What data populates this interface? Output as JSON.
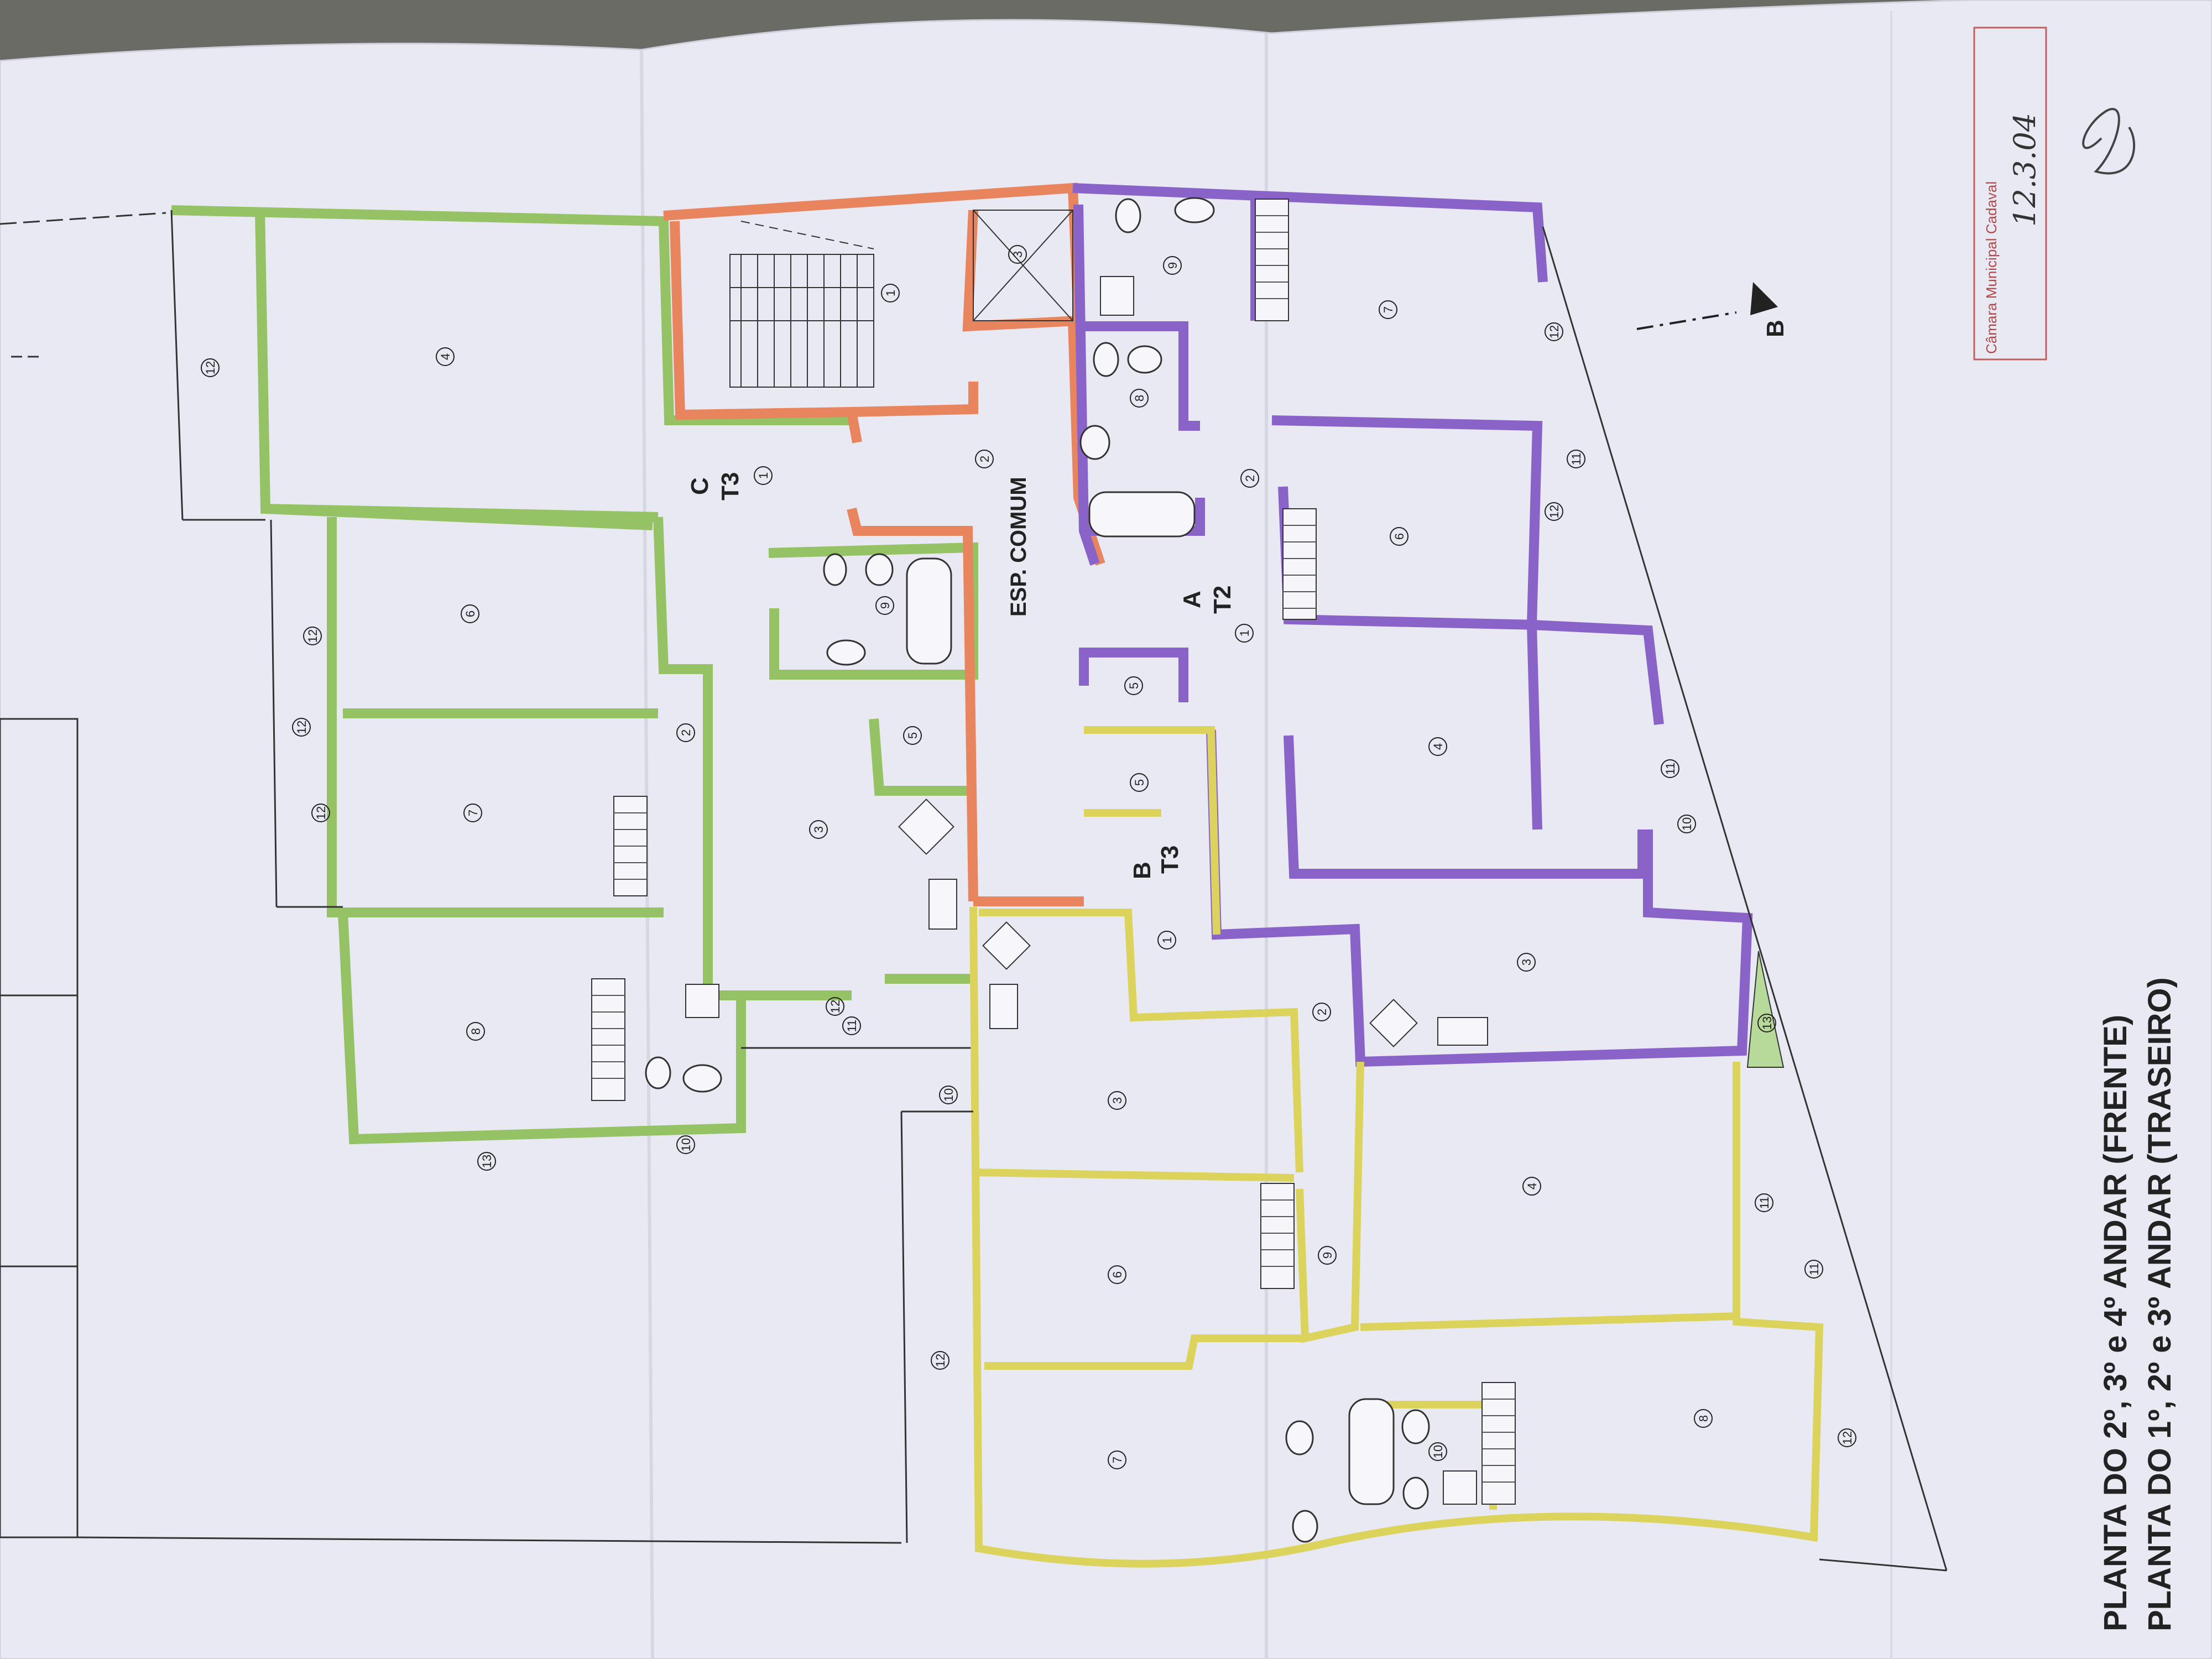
{
  "colors": {
    "paper": "#e8e9f3",
    "unit_a": "#8a63c8",
    "unit_b": "#dcd35c",
    "unit_c": "#94c264",
    "common": "#e8845e",
    "background": "#6b6b66"
  },
  "titles": {
    "line1": "PLANTA DO 2º, 3º e 4º ANDAR (FRENTE)",
    "line2": "PLANTA DO 1º, 2º e 3º ANDAR (TRASEIRO)"
  },
  "stamp": {
    "org": "Câmara Municipal Cadaval",
    "date": "12.3.04"
  },
  "section_marker": {
    "letter": "B"
  },
  "units": {
    "a": {
      "letter": "A",
      "type": "T2"
    },
    "b": {
      "letter": "B",
      "type": "T3"
    },
    "c": {
      "letter": "C",
      "type": "T3"
    },
    "common": {
      "label": "ESP. COMUM"
    }
  },
  "room_numbers": {
    "common": [
      "1",
      "2",
      "3"
    ],
    "a": [
      "1",
      "2",
      "3",
      "4",
      "5",
      "6",
      "7",
      "8",
      "9",
      "10",
      "11",
      "12",
      "12",
      "11",
      "13"
    ],
    "b": [
      "1",
      "2",
      "3",
      "4",
      "5",
      "6",
      "7",
      "8",
      "9",
      "10",
      "10",
      "11",
      "11",
      "12",
      "12"
    ],
    "c": [
      "1",
      "2",
      "3",
      "4",
      "5",
      "6",
      "7",
      "8",
      "9",
      "10",
      "11",
      "12",
      "12",
      "12",
      "12",
      "12",
      "13"
    ]
  }
}
